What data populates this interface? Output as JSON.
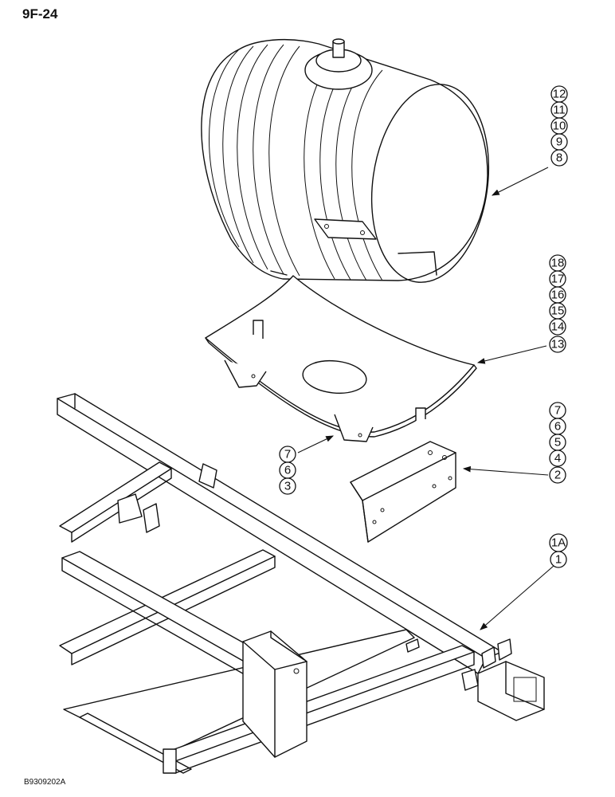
{
  "page": {
    "number": "9F-24",
    "diagram_code": "B9309202A"
  },
  "callout_groups": [
    {
      "name": "tank",
      "labels": [
        "12",
        "11",
        "10",
        "9",
        "8"
      ]
    },
    {
      "name": "cradle",
      "labels": [
        "18",
        "17",
        "16",
        "15",
        "14",
        "13"
      ]
    },
    {
      "name": "bracket",
      "labels": [
        "7",
        "6",
        "5",
        "4",
        "2"
      ]
    },
    {
      "name": "cradle-legs",
      "labels": [
        "7",
        "6",
        "3"
      ]
    },
    {
      "name": "frame",
      "labels": [
        "1A",
        "1"
      ]
    }
  ]
}
